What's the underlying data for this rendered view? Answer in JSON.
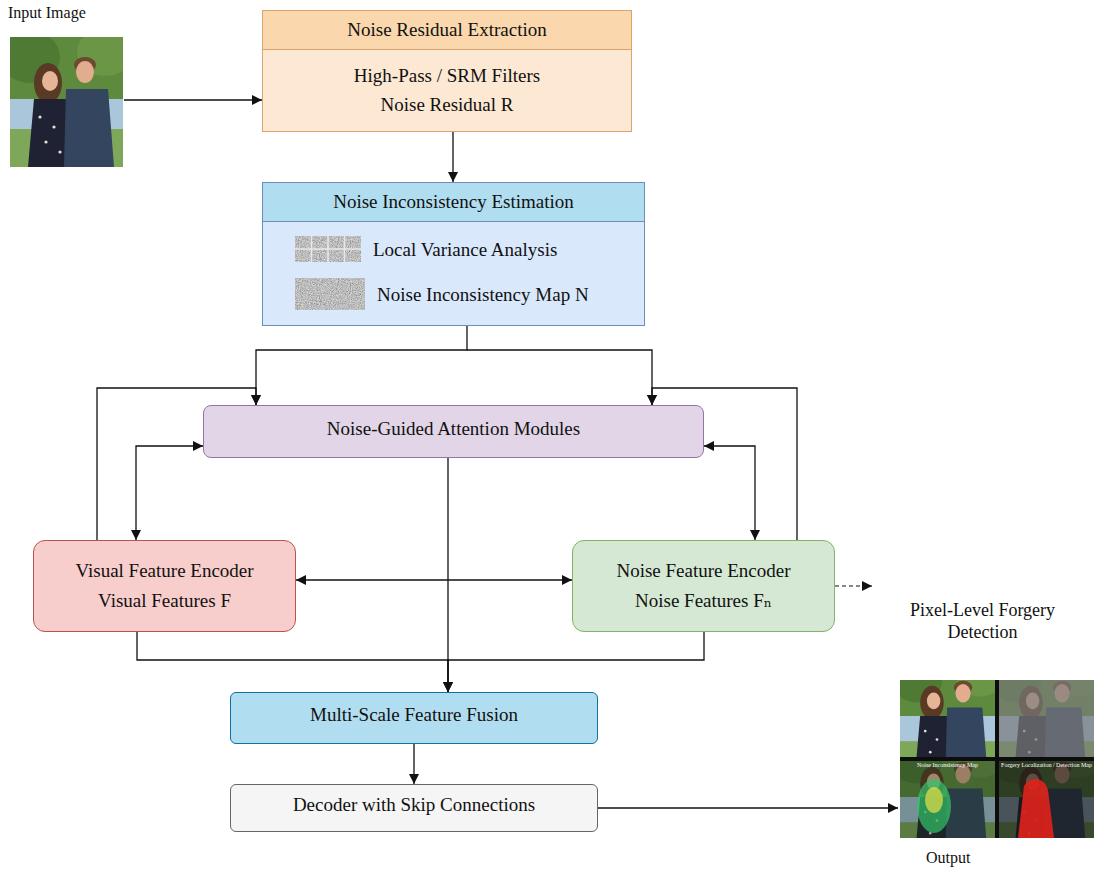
{
  "diagram": {
    "nodes": [
      {
        "text": [
          "Noise Residual Extraction",
          "High-Pass / SRM Filters",
          "Noise Residual R"
        ]
      },
      {
        "text": [
          "Noise Inconsistency Estimation",
          "Local Variance Analysis",
          "Noise Inconsistency Map N"
        ]
      },
      {
        "text": [
          "Noise-Guided Attention Modules"
        ]
      },
      {
        "text": [
          "Visual Feature Encoder",
          "Visual Features F"
        ]
      },
      {
        "text": [
          "Noise Feature Encoder",
          "Noise Features Fₙ"
        ]
      },
      {
        "text": [
          "Multi-Scale Feature Fusion"
        ]
      },
      {
        "text": [
          "Decoder with Skip Connections"
        ]
      }
    ],
    "edges": [
      {
        "from": 0,
        "to": 1,
        "arrow": "to"
      },
      {
        "from": 1,
        "to": 2,
        "arrow": "to"
      },
      {
        "from": 2,
        "to": 3,
        "arrow": "both"
      },
      {
        "from": 2,
        "to": 4,
        "arrow": "both"
      },
      {
        "from": 3,
        "to": 4,
        "arrow": "both"
      },
      {
        "from": 3,
        "to": 2,
        "arrow": "to"
      },
      {
        "from": 4,
        "to": 2,
        "arrow": "to"
      },
      {
        "from": 2,
        "to": 5,
        "arrow": "to"
      },
      {
        "from": 3,
        "to": 5,
        "arrow": "to"
      },
      {
        "from": 4,
        "to": 5,
        "arrow": "to"
      },
      {
        "from": 5,
        "to": 6,
        "arrow": "to"
      }
    ],
    "labels": [
      "Input Image",
      "Pixel-Level Forgery Detection",
      "Output",
      "Noise Inconsistency Map",
      "Forgery Localization / Detection Map"
    ]
  }
}
